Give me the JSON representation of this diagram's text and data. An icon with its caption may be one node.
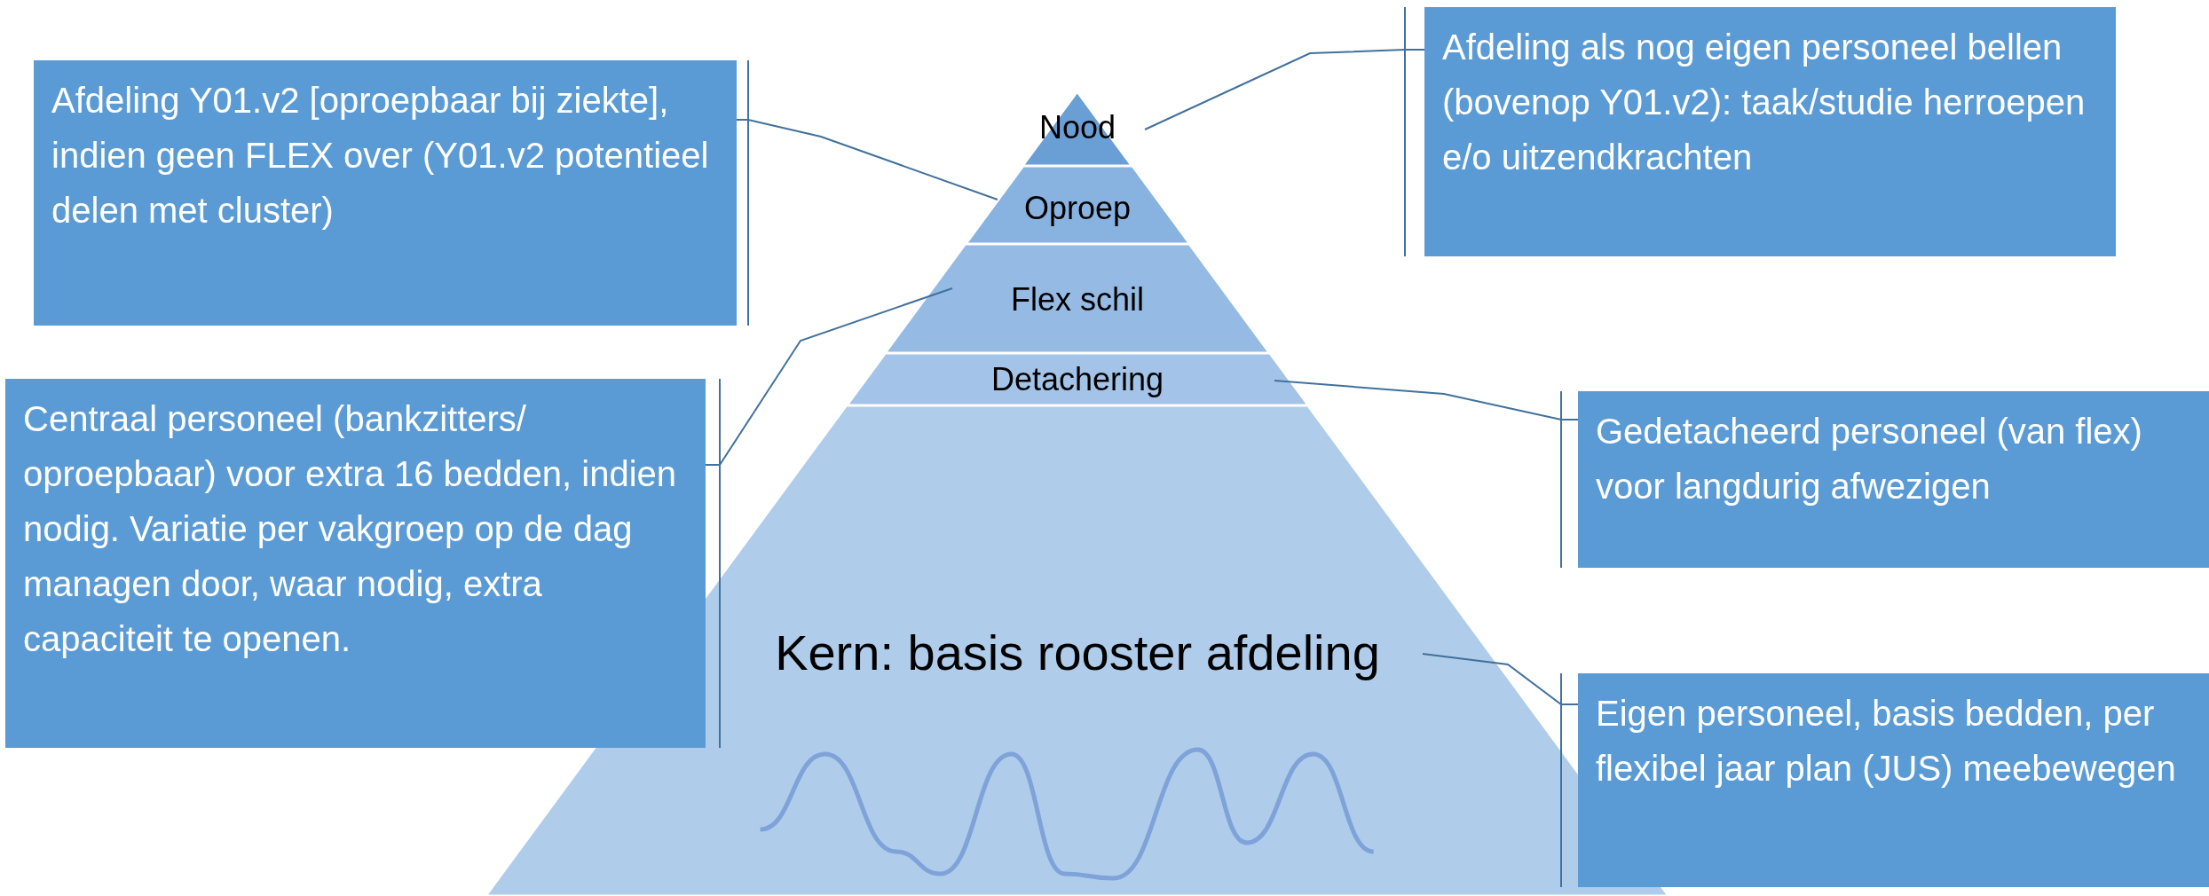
{
  "diagram": {
    "nodes": [
      {
        "text": [
          "Nood"
        ]
      },
      {
        "text": [
          "Oproep"
        ]
      },
      {
        "text": [
          "Flex schil"
        ]
      },
      {
        "text": [
          "Detachering"
        ]
      },
      {
        "text": [
          "Kern: basis rooster afdeling"
        ]
      },
      {
        "text": [
          "Afdeling Y01.v2 [oproepbaar bij ziekte], indien geen FLEX over (Y01.v2 potentieel delen met cluster)"
        ]
      },
      {
        "text": [
          "Afdeling als nog eigen personeel bellen (bovenop Y01.v2): taak/studie herroepen e/o uitzendkrachten"
        ]
      },
      {
        "text": [
          "Centraal personeel (bankzitters/ oproepbaar) voor extra 16 bedden, indien nodig. Variatie per vakgroep op de dag managen door, waar nodig, extra capaciteit te openen."
        ]
      },
      {
        "text": [
          "Gedetacheerd personeel (van flex) voor langdurig afwezigen"
        ]
      },
      {
        "text": [
          "Eigen personeel, basis bedden, per flexibel jaar plan (JUS) meebewegen"
        ]
      }
    ],
    "edges": [
      {
        "from": 5,
        "to": 1,
        "arrow": "none"
      },
      {
        "from": 6,
        "to": 0,
        "arrow": "none"
      },
      {
        "from": 7,
        "to": 2,
        "arrow": "none"
      },
      {
        "from": 8,
        "to": 3,
        "arrow": "none"
      },
      {
        "from": 9,
        "to": 4,
        "arrow": "none"
      }
    ]
  }
}
